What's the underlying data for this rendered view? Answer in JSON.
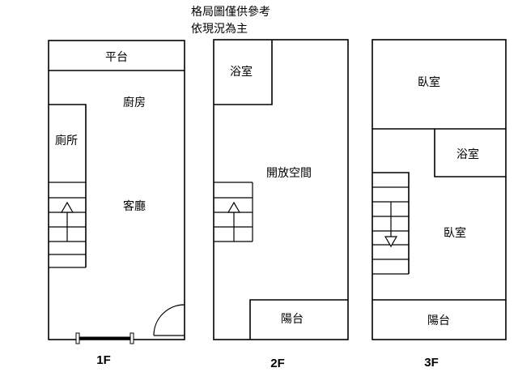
{
  "note": {
    "line1": "格局圖僅供參考",
    "line2": "依現況為主"
  },
  "floor1": {
    "caption": "1F",
    "rooms": {
      "terrace": "平台",
      "kitchen": "廚房",
      "toilet": "廁所",
      "living": "客廳"
    }
  },
  "floor2": {
    "caption": "2F",
    "rooms": {
      "bathroom": "浴室",
      "open_space": "開放空間",
      "balcony": "陽台"
    }
  },
  "floor3": {
    "caption": "3F",
    "rooms": {
      "bedroom_top": "臥室",
      "bathroom": "浴室",
      "bedroom_main": "臥室",
      "balcony": "陽台"
    }
  },
  "colors": {
    "line": "#000000",
    "background": "#ffffff"
  }
}
